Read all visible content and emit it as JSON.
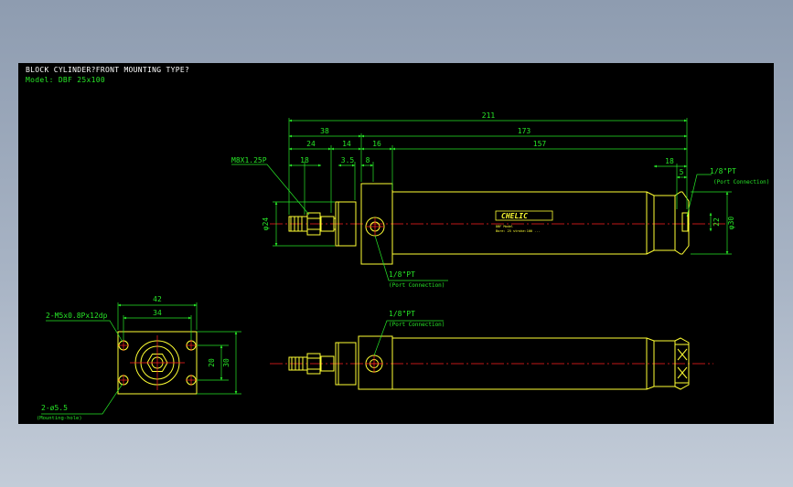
{
  "title": "BLOCK CYLINDER?FRONT MOUNTING TYPE?",
  "model": "Model: DBF 25x100",
  "dimensions": {
    "overall": "211",
    "d38": "38",
    "d173": "173",
    "d24": "24",
    "d14": "14",
    "d16": "16",
    "d157": "157",
    "d18a": "18",
    "d3_5": "3.5",
    "d8": "8",
    "d18b": "18",
    "d5": "5",
    "phi24": "φ24",
    "d22": "22",
    "phi30": "φ30",
    "d42": "42",
    "d34": "34",
    "d20": "20",
    "d30": "30"
  },
  "callouts": {
    "thread": "M8X1.25P",
    "port_size": "1/8\"PT",
    "port_note": "(Port Connection)",
    "tapped_holes": "2-M5x0.8Px12dp",
    "mount_holes": "2-ø5.5",
    "mount_note": "(Mounting-hole)"
  },
  "brand": {
    "logo": "CHELIC",
    "line1": "DBF Model",
    "line2": "Bore: 25 stroke:100 ..."
  },
  "colors": {
    "outline": "#ffff33",
    "dimension": "#27e627",
    "center": "#ff2020",
    "text": "#27e627",
    "title": "#ffffff"
  }
}
